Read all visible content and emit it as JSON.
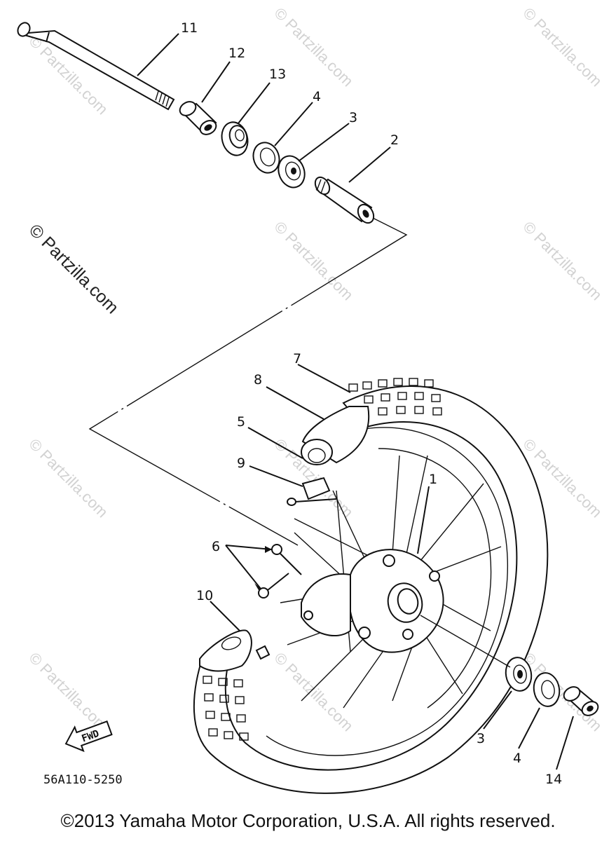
{
  "callouts": {
    "c1": "1",
    "c2": "2",
    "c3a": "3",
    "c3b": "3",
    "c4a": "4",
    "c4b": "4",
    "c5": "5",
    "c6": "6",
    "c7": "7",
    "c8": "8",
    "c9": "9",
    "c10": "10",
    "c11": "11",
    "c12": "12",
    "c13": "13",
    "c14": "14"
  },
  "fwd_label": "FWD",
  "diagram_code": "56A110-5250",
  "watermark": "© Partzilla.com",
  "copyright": "©2013 Yamaha Motor Corporation, U.S.A. All rights reserved."
}
